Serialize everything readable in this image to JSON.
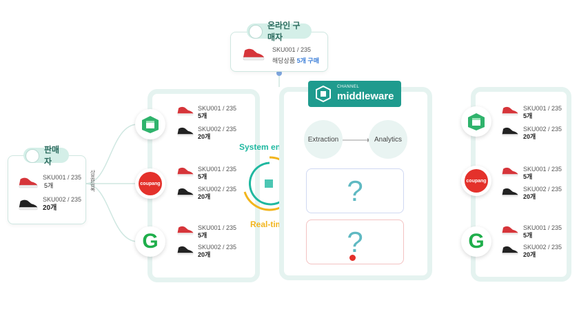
{
  "buyer": {
    "title": "온라인 구매자",
    "sku": "SKU001 / 235",
    "purchase_prefix": "해당상품 ",
    "purchase_count": "5개 구매"
  },
  "seller": {
    "title": "판매자",
    "items": [
      {
        "sku": "SKU001 / 235",
        "count": "5개"
      },
      {
        "sku": "SKU002 / 235",
        "count": "20개"
      }
    ],
    "register_label": "상품등록"
  },
  "channels": [
    {
      "logo": "store-icon",
      "items": [
        {
          "sku": "SKU001 / 235",
          "count": "5개"
        },
        {
          "sku": "SKU002 / 235",
          "count": "20개"
        }
      ]
    },
    {
      "logo": "coupang",
      "logo_text": "coupang",
      "items": [
        {
          "sku": "SKU001 / 235",
          "count": "5개"
        },
        {
          "sku": "SKU002 / 235",
          "count": "20개"
        }
      ]
    },
    {
      "logo": "gmarket-g",
      "logo_text": "G",
      "items": [
        {
          "sku": "SKU001 / 235",
          "count": "5개"
        },
        {
          "sku": "SKU002 / 235",
          "count": "20개"
        }
      ]
    }
  ],
  "right_channels": [
    {
      "logo": "store-icon",
      "items": [
        {
          "sku": "SKU001 / 235",
          "count": "5개"
        },
        {
          "sku": "SKU002 / 235",
          "count": "20개"
        }
      ]
    },
    {
      "logo": "coupang",
      "logo_text": "coupang",
      "items": [
        {
          "sku": "SKU001 / 235",
          "count": "5개"
        },
        {
          "sku": "SKU002 / 235",
          "count": "20개"
        }
      ]
    },
    {
      "logo": "gmarket-g",
      "logo_text": "G",
      "items": [
        {
          "sku": "SKU001 / 235",
          "count": "5개"
        },
        {
          "sku": "SKU002 / 235",
          "count": "20개"
        }
      ]
    }
  ],
  "middleware": {
    "brand_small": "CHANNEL",
    "brand": "middleware",
    "extraction": "Extraction",
    "analytics": "Analytics",
    "unknown1": "?",
    "unknown2": "?"
  },
  "engine": {
    "system_engine": "System engine",
    "realtime": "Real-time"
  },
  "colors": {
    "teal": "#1f9b8e",
    "accent_green": "#1fb8a0",
    "accent_yellow": "#f2b51d",
    "coupang_red": "#e4312b",
    "gmarket_green": "#1fae4b"
  }
}
